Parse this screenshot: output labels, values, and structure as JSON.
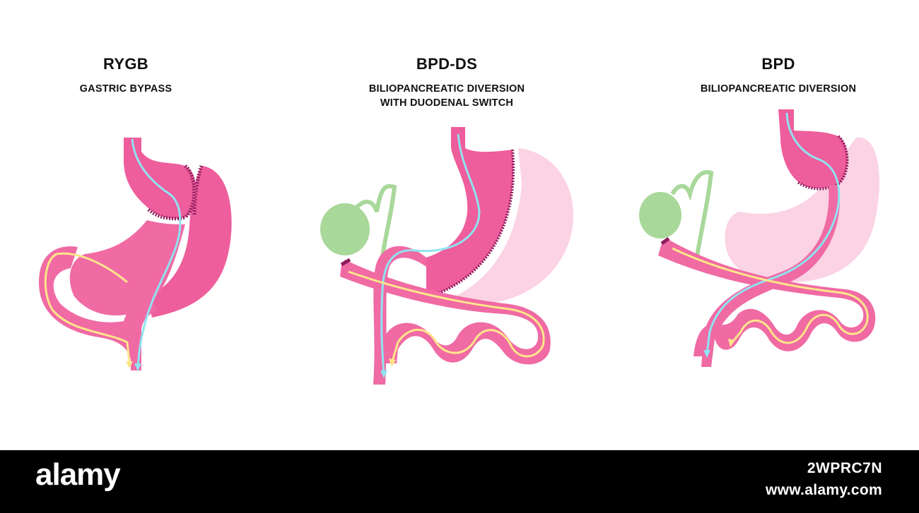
{
  "panels": [
    {
      "abbr": "RYGB",
      "name_line1": "GASTRIC BYPASS",
      "name_line2": ""
    },
    {
      "abbr": "BPD-DS",
      "name_line1": "BILIOPANCREATIC DIVERSION",
      "name_line2": "WITH DUODENAL SWITCH"
    },
    {
      "abbr": "BPD",
      "name_line1": "BILIOPANCREATIC DIVERSION",
      "name_line2": ""
    }
  ],
  "colors": {
    "stomach": "#ee5d9c",
    "stomach_light": "#f7a9cb",
    "removed_stomach": "#fbd3e5",
    "intestine": "#f06aa4",
    "staple": "#8d1d5c",
    "food_path": "#8fe3f0",
    "bile_path": "#fde68a",
    "gallbladder": "#a8d89a"
  },
  "footer": {
    "brand": "alamy",
    "image_id": "2WPRC7N",
    "site": "www.alamy.com"
  }
}
